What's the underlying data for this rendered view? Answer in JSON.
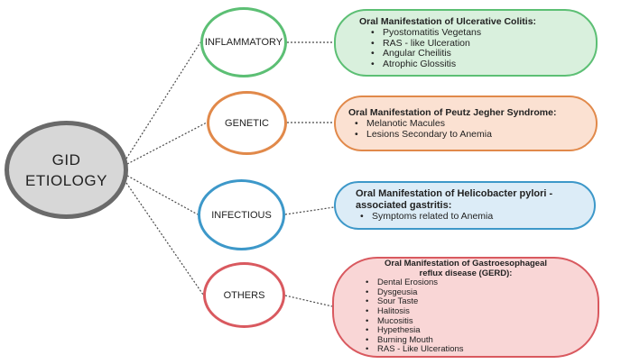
{
  "center": {
    "line1": "GID",
    "line2": "ETIOLOGY"
  },
  "categories": [
    {
      "label": "INFLAMMATORY",
      "color": "#5cbf74",
      "title": "Oral Manifestation of Ulcerative Colitis:",
      "items": [
        "Pyostomatitis Vegetans",
        "RAS - like Ulceration",
        "Angular Cheilitis",
        "Atrophic Glossitis"
      ]
    },
    {
      "label": "GENETIC",
      "color": "#e1894a",
      "title": "Oral Manifestation of Peutz Jegher Syndrome:",
      "items": [
        "Melanotic Macules",
        "Lesions Secondary to Anemia"
      ]
    },
    {
      "label": "INFECTIOUS",
      "color": "#3d98c9",
      "title": "Oral Manifestation of Helicobacter pylori - associated gastritis:",
      "items": [
        "Symptoms related to Anemia"
      ]
    },
    {
      "label": "OTHERS",
      "color": "#d9595f",
      "title": "Oral Manifestation of Gastroesophageal reflux disease (GERD):",
      "items": [
        "Dental Erosions",
        "Dysgeusia",
        "Sour Taste",
        "Halitosis",
        "Mucositis",
        "Hypethesia",
        "Burning Mouth",
        "RAS - Like Ulcerations"
      ]
    }
  ]
}
